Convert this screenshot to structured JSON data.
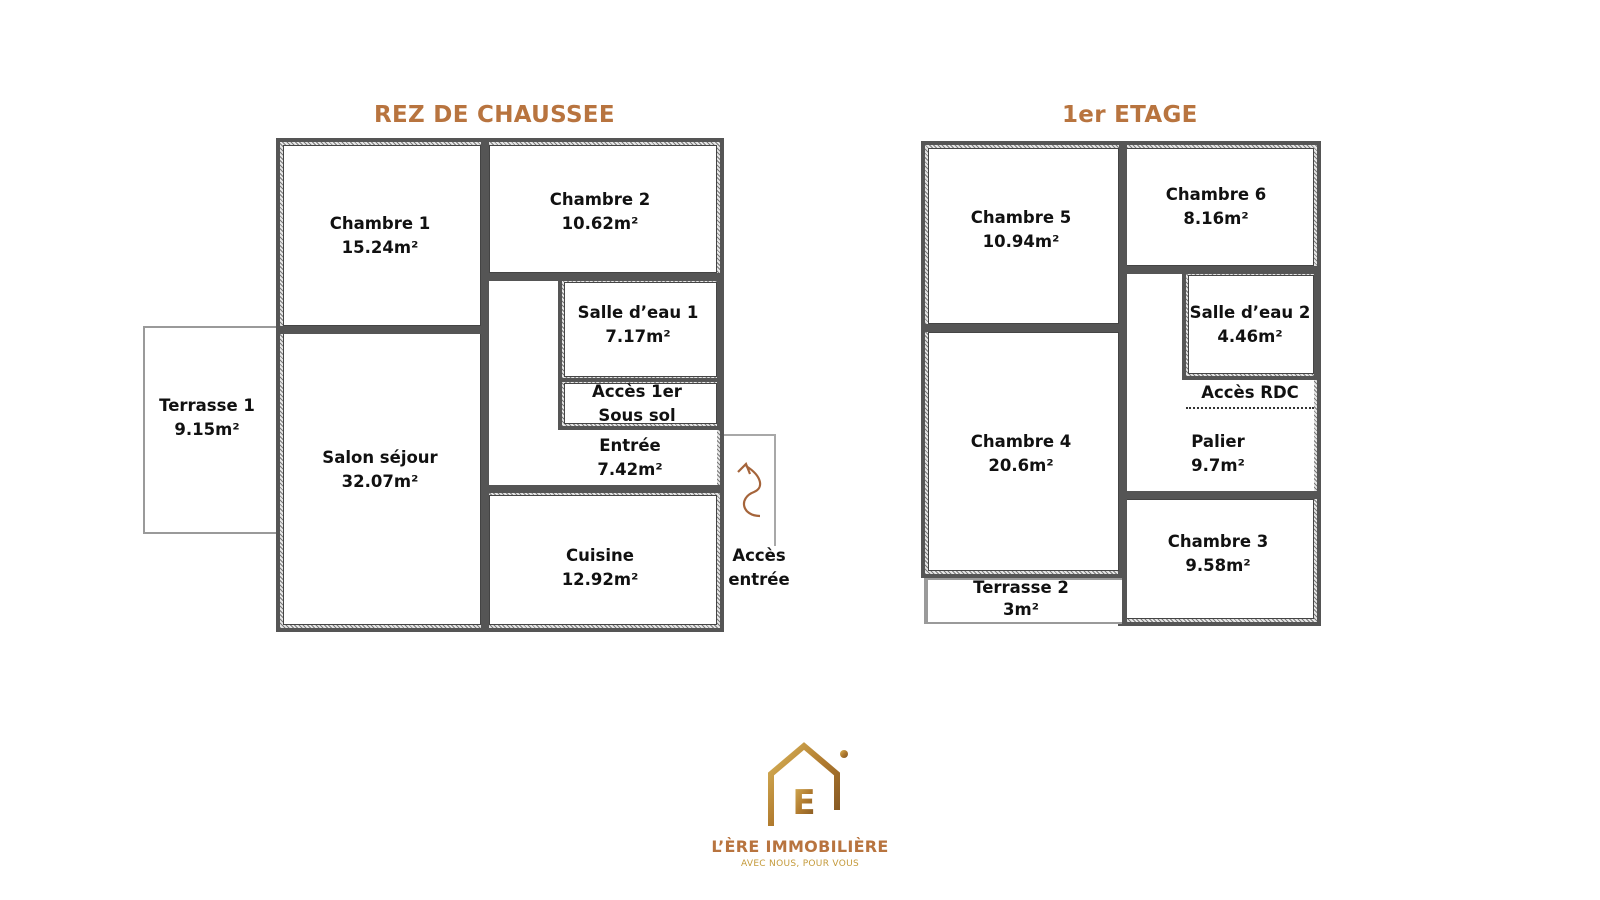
{
  "colors": {
    "accent": "#b8743f",
    "gold": "#c49a3a",
    "wall": "#555555",
    "text": "#111111"
  },
  "ground_floor": {
    "title": "REZ DE CHAUSSEE",
    "rooms": {
      "chambre1": {
        "name": "Chambre 1",
        "area": "15.24m²"
      },
      "chambre2": {
        "name": "Chambre 2",
        "area": "10.62m²"
      },
      "salle_deau1": {
        "name": "Salle d’eau 1",
        "area": "7.17m²"
      },
      "acces": {
        "line1": "Accès 1er",
        "line2": "Sous sol"
      },
      "entree": {
        "name": "Entrée",
        "area": "7.42m²"
      },
      "terrasse1": {
        "name": "Terrasse 1",
        "area": "9.15m²"
      },
      "salon": {
        "name": "Salon séjour",
        "area": "32.07m²"
      },
      "cuisine": {
        "name": "Cuisine",
        "area": "12.92m²"
      },
      "acces_entree": {
        "line1": "Accès",
        "line2": "entrée"
      }
    }
  },
  "first_floor": {
    "title": "1er ETAGE",
    "rooms": {
      "chambre5": {
        "name": "Chambre 5",
        "area": "10.94m²"
      },
      "chambre6": {
        "name": "Chambre 6",
        "area": "8.16m²"
      },
      "salle_deau2": {
        "name": "Salle d’eau 2",
        "area": "4.46m²"
      },
      "acces_rdc": {
        "name": "Accès RDC"
      },
      "chambre4": {
        "name": "Chambre 4",
        "area": "20.6m²"
      },
      "palier": {
        "name": "Palier",
        "area": "9.7m²"
      },
      "chambre3": {
        "name": "Chambre 3",
        "area": "9.58m²"
      },
      "terrasse2": {
        "name": "Terrasse 2",
        "area": "3m²"
      }
    }
  },
  "logo": {
    "letter": "E",
    "name": "L’ÈRE IMMOBILIÈRE",
    "tagline": "AVEC NOUS, POUR VOUS",
    "icon": "house-logo-icon"
  }
}
